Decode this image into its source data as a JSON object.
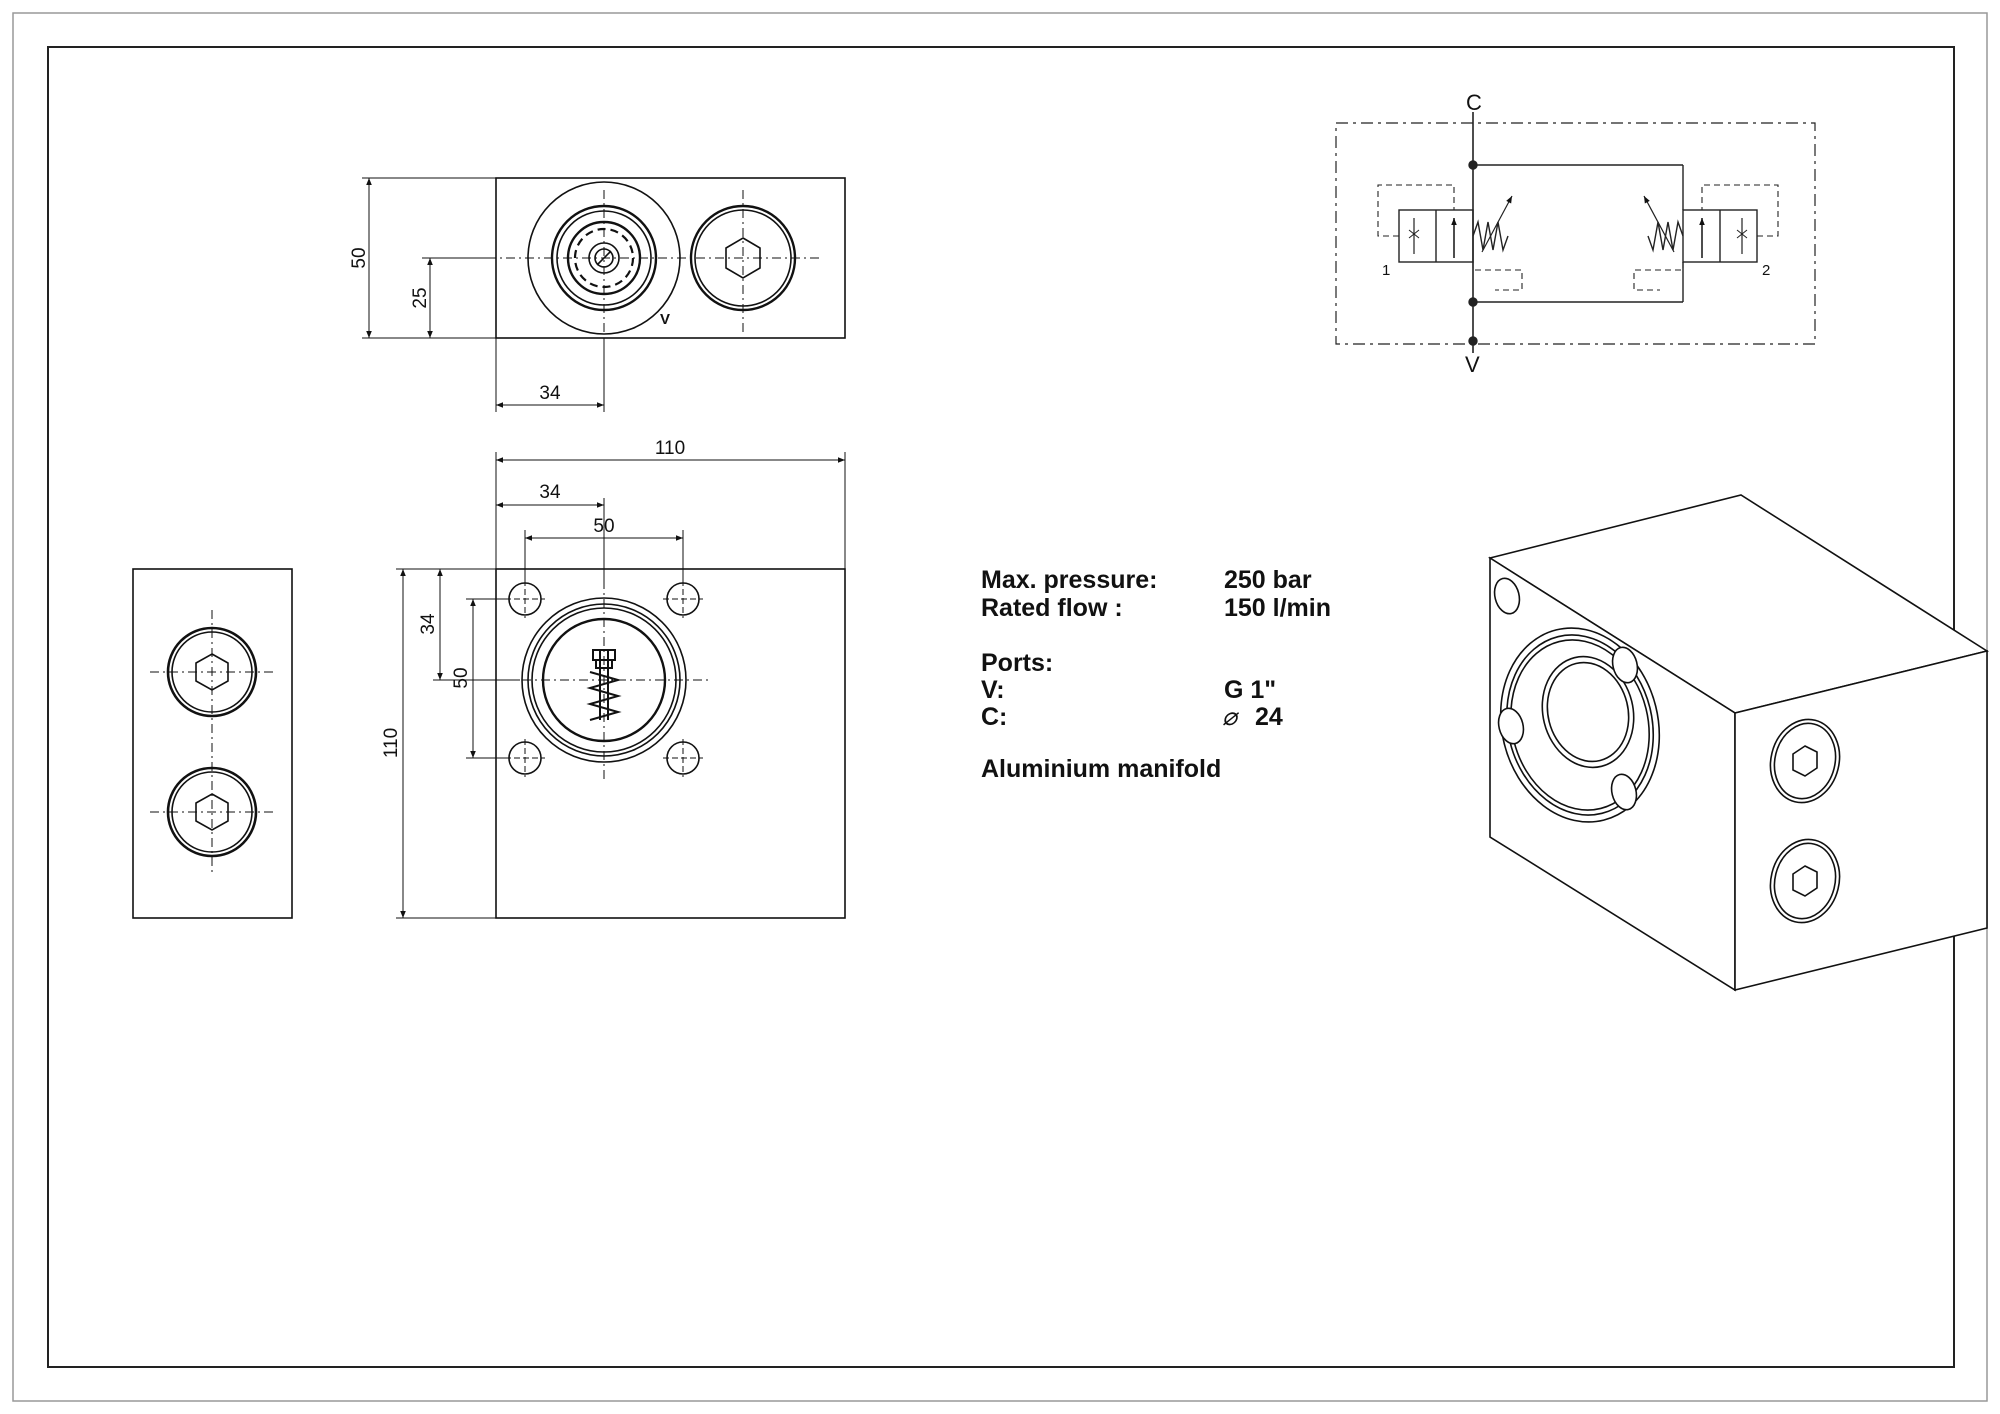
{
  "dimensions": {
    "top_height": "50",
    "top_port_offset": "25",
    "top_port_x": "34",
    "front_width": "110",
    "front_port_x": "34",
    "front_bolt_pitch_x": "50",
    "front_port_y": "34",
    "front_bolt_pitch_y": "50",
    "front_height": "110"
  },
  "labels": {
    "top_view_port": "V",
    "schematic_port_top": "C",
    "schematic_port_bottom": "V",
    "schematic_valve_1": "1",
    "schematic_valve_2": "2"
  },
  "specs": {
    "pressure_label": "Max. pressure:",
    "pressure_value": "250 bar",
    "flow_label": "Rated flow :",
    "flow_value": "150 l/min",
    "ports_heading": "Ports:",
    "port_v_label": "V:",
    "port_v_value": "G 1\"",
    "port_c_label": "C:",
    "port_c_symbol": "⌀",
    "port_c_value": "24",
    "material": "Aluminium manifold"
  }
}
